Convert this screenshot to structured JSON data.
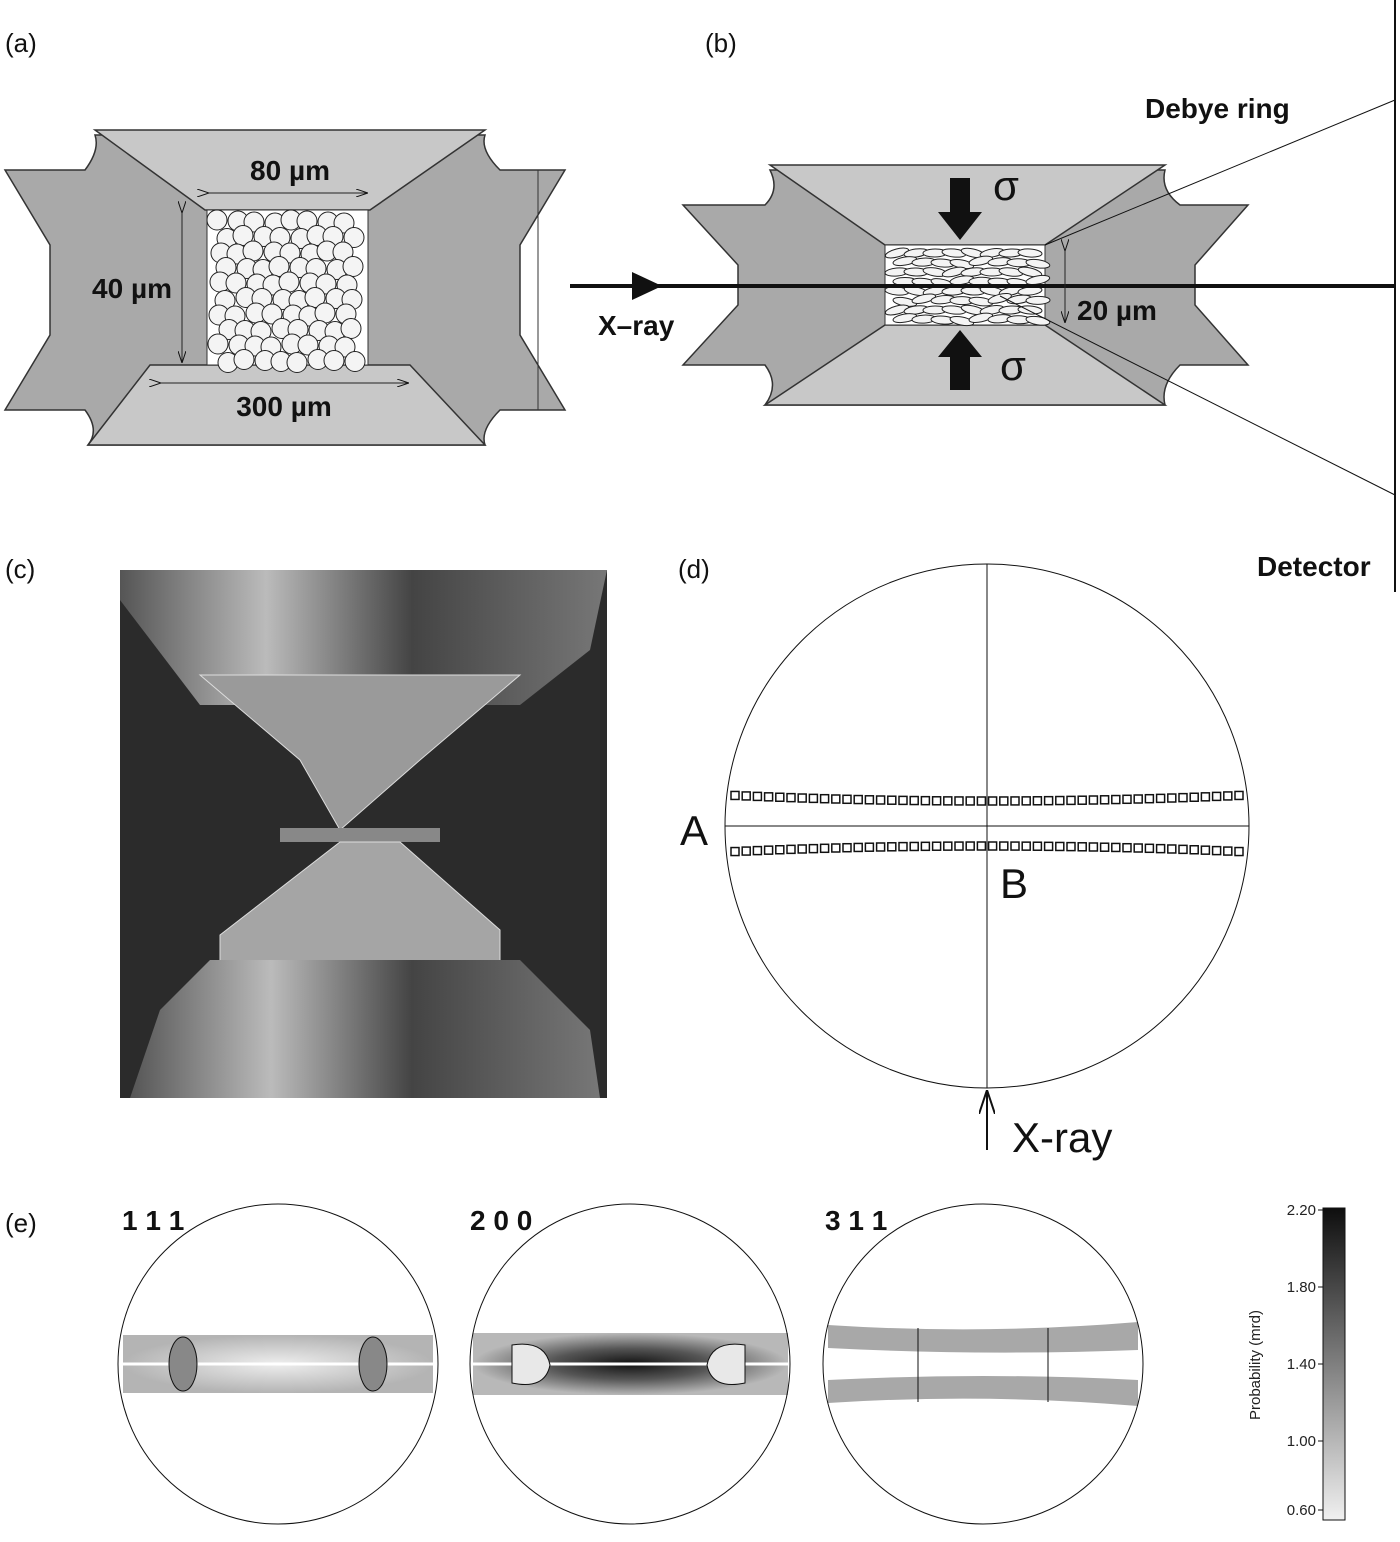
{
  "panels": {
    "a": {
      "label": "(a)",
      "width_label": "80 µm",
      "height_label": "40 µm",
      "bottom_label": "300 µm"
    },
    "b": {
      "label": "(b)",
      "debye_label": "Debye ring",
      "detector_label": "Detector",
      "xray_label": "X–ray",
      "thickness_label": "20 µm",
      "stress_top": "σ",
      "stress_bottom": "σ"
    },
    "c": {
      "label": "(c)"
    },
    "d": {
      "label": "(d)",
      "point_a": "A",
      "point_b": "B",
      "xray_label": "X-ray"
    },
    "e": {
      "label": "(e)",
      "pole_figures": [
        {
          "hkl": "1 1 1"
        },
        {
          "hkl": "2 0 0"
        },
        {
          "hkl": "3 1 1"
        }
      ],
      "colorbar": {
        "title": "Probability (mrd)",
        "ticks": [
          "2.20",
          "1.80",
          "1.40",
          "1.00",
          "0.60"
        ],
        "min": 0.6,
        "max": 2.2
      }
    }
  },
  "colors": {
    "anvil": "#c8c8c8",
    "gasket": "#a9a9a9",
    "line": "#111111"
  }
}
